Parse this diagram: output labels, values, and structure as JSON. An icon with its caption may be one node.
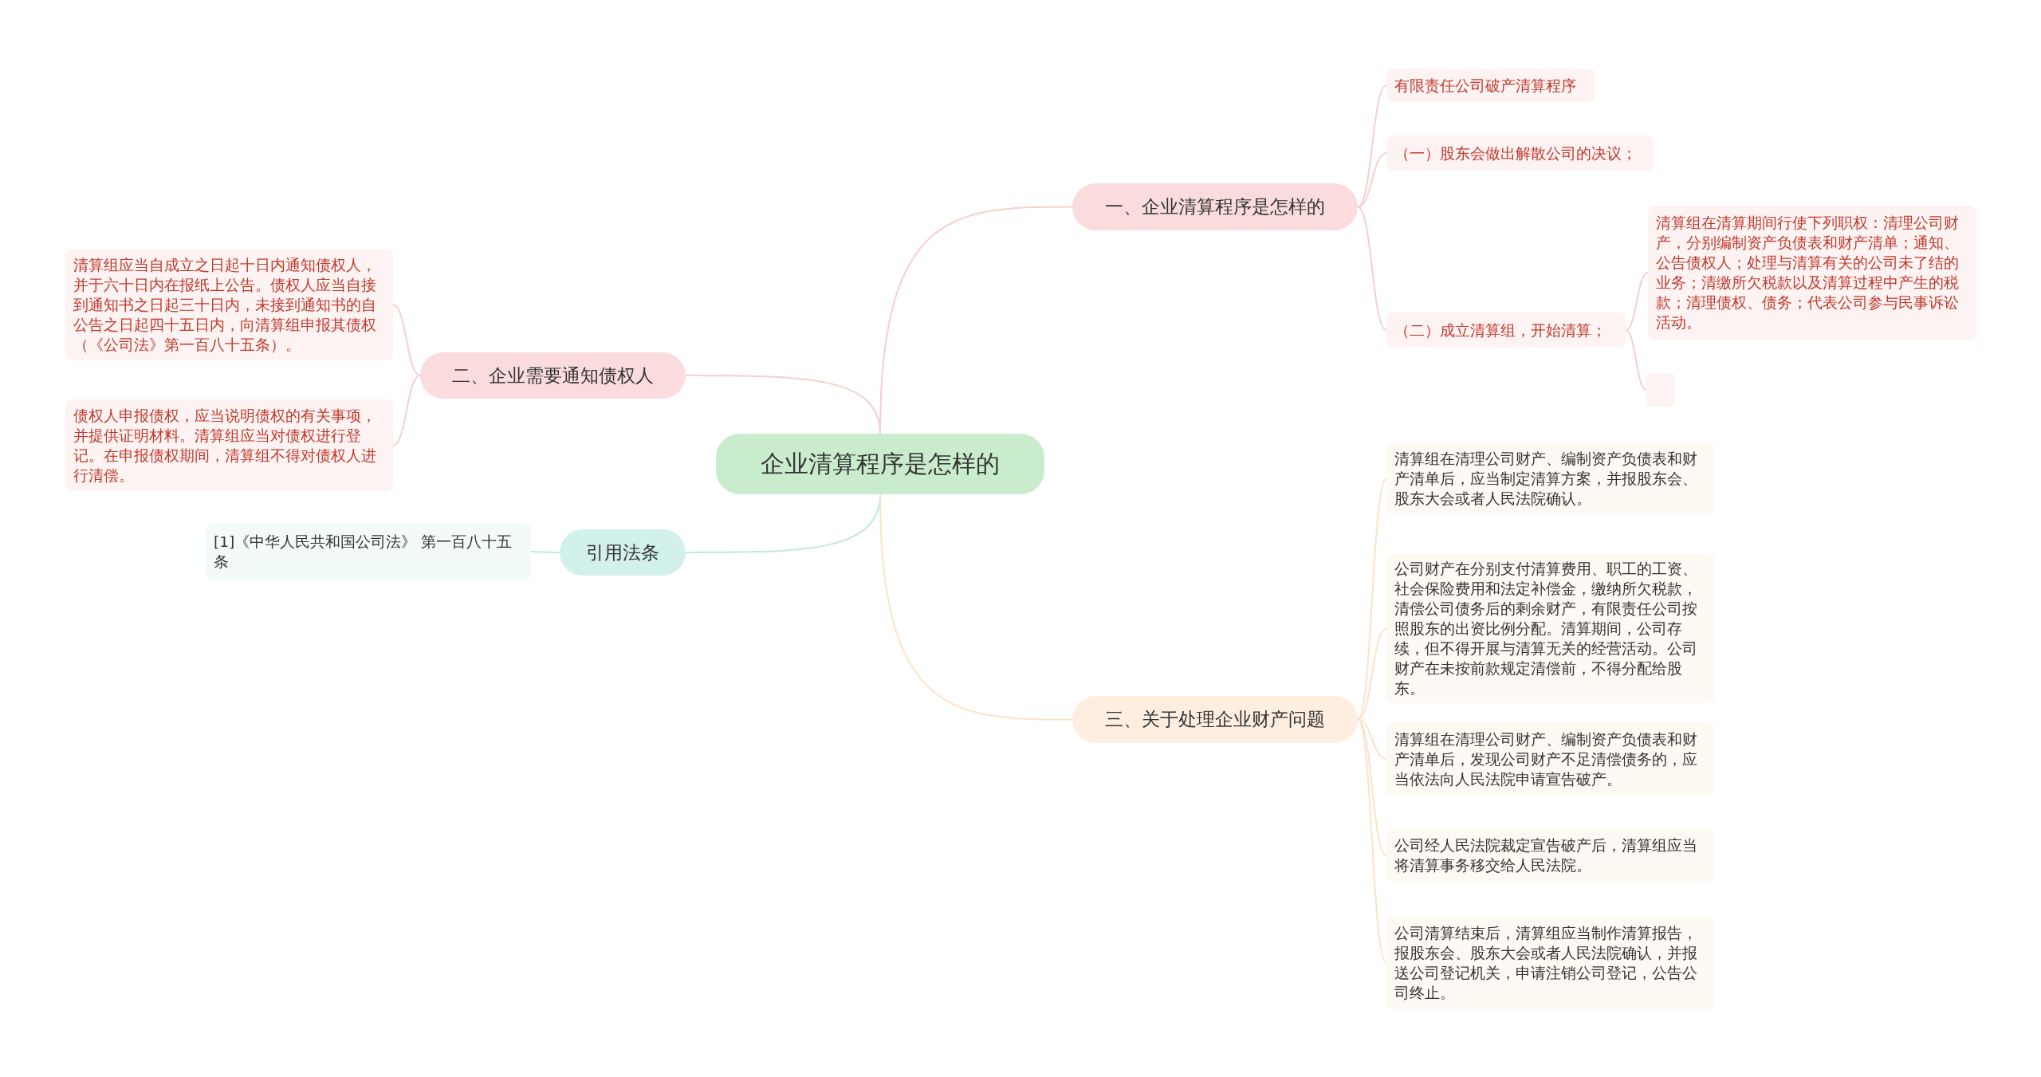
{
  "diagram": {
    "nodes": [
      {
        "text": [
          "企业清算程序是怎样的"
        ]
      },
      {
        "text": [
          "一、企业清算程序是怎样的"
        ]
      },
      {
        "text": [
          "有限责任公司破产清算程序"
        ]
      },
      {
        "text": [
          "（一）股东会做出解散公司的决议；"
        ]
      },
      {
        "text": [
          "（二）成立清算组，开始清算；"
        ]
      },
      {
        "text": [
          "清算组在清算期间行使下列职权：清理公司财产，分别编制资产负债表和财产清单；通知、公告债权人；处理与清算有关的公司未了结的业务；清缴所欠税款以及清算过程中产生的税款；清理债权、债务；代表公司参与民事诉讼活动。"
        ]
      },
      {
        "text": [],
        "shape": "box"
      },
      {
        "text": [
          "二、企业需要通知债权人"
        ]
      },
      {
        "text": [
          "清算组应当自成立之日起十日内通知债权人，并于六十日内在报纸上公告。债权人应当自接到通知书之日起三十日内，未接到通知书的自公告之日起四十五日内，向清算组申报其债权（《公司法》第一百八十五条）。"
        ]
      },
      {
        "text": [
          "债权人申报债权，应当说明债权的有关事项，并提供证明材料。清算组应当对债权进行登记。在申报债权期间，清算组不得对债权人进行清偿。"
        ]
      },
      {
        "text": [
          "引用法条"
        ]
      },
      {
        "text": [
          "[1]《中华人民共和国公司法》 第一百八十五条"
        ]
      },
      {
        "text": [
          "三、关于处理企业财产问题"
        ]
      },
      {
        "text": [
          "清算组在清理公司财产、编制资产负债表和财产清单后，应当制定清算方案，并报股东会、股东大会或者人民法院确认。"
        ]
      },
      {
        "text": [
          "公司财产在分别支付清算费用、职工的工资、社会保险费用和法定补偿金，缴纳所欠税款，清偿公司债务后的剩余财产，有限责任公司按照股东的出资比例分配。清算期间，公司存续，但不得开展与清算无关的经营活动。公司财产在未按前款规定清偿前，不得分配给股东。"
        ]
      },
      {
        "text": [
          "清算组在清理公司财产、编制资产负债表和财产清单后，发现公司财产不足清偿债务的，应当依法向人民法院申请宣告破产。"
        ]
      },
      {
        "text": [
          "公司经人民法院裁定宣告破产后，清算组应当将清算事务移交给人民法院。"
        ]
      },
      {
        "text": [
          "公司清算结束后，清算组应当制作清算报告，报股东会、股东大会或者人民法院确认，并报送公司登记机关，申请注销公司登记，公告公司终止。"
        ]
      }
    ],
    "edges": [
      {
        "from": 0,
        "to": 1,
        "arrow": "none"
      },
      {
        "from": 1,
        "to": 2,
        "arrow": "none"
      },
      {
        "from": 1,
        "to": 3,
        "arrow": "none"
      },
      {
        "from": 1,
        "to": 4,
        "arrow": "none"
      },
      {
        "from": 4,
        "to": 5,
        "arrow": "none"
      },
      {
        "from": 4,
        "to": 6,
        "arrow": "none"
      },
      {
        "from": 0,
        "to": 7,
        "arrow": "none"
      },
      {
        "from": 7,
        "to": 8,
        "arrow": "none"
      },
      {
        "from": 7,
        "to": 9,
        "arrow": "none"
      },
      {
        "from": 0,
        "to": 10,
        "arrow": "none",
        "color": "#bfe8e2"
      },
      {
        "from": 10,
        "to": 11,
        "arrow": "none",
        "color": "#bfe8e2"
      },
      {
        "from": 0,
        "to": 12,
        "arrow": "none",
        "color": "#fbe3c8"
      },
      {
        "from": 12,
        "to": 13,
        "arrow": "none",
        "color": "#fbe3c8"
      },
      {
        "from": 12,
        "to": 14,
        "arrow": "none",
        "color": "#fbe3c8"
      },
      {
        "from": 12,
        "to": 15,
        "arrow": "none",
        "color": "#fbe3c8"
      },
      {
        "from": 12,
        "to": 16,
        "arrow": "none",
        "color": "#fbe3c8"
      },
      {
        "from": 12,
        "to": 17,
        "arrow": "none",
        "color": "#fbe3c8"
      }
    ]
  }
}
